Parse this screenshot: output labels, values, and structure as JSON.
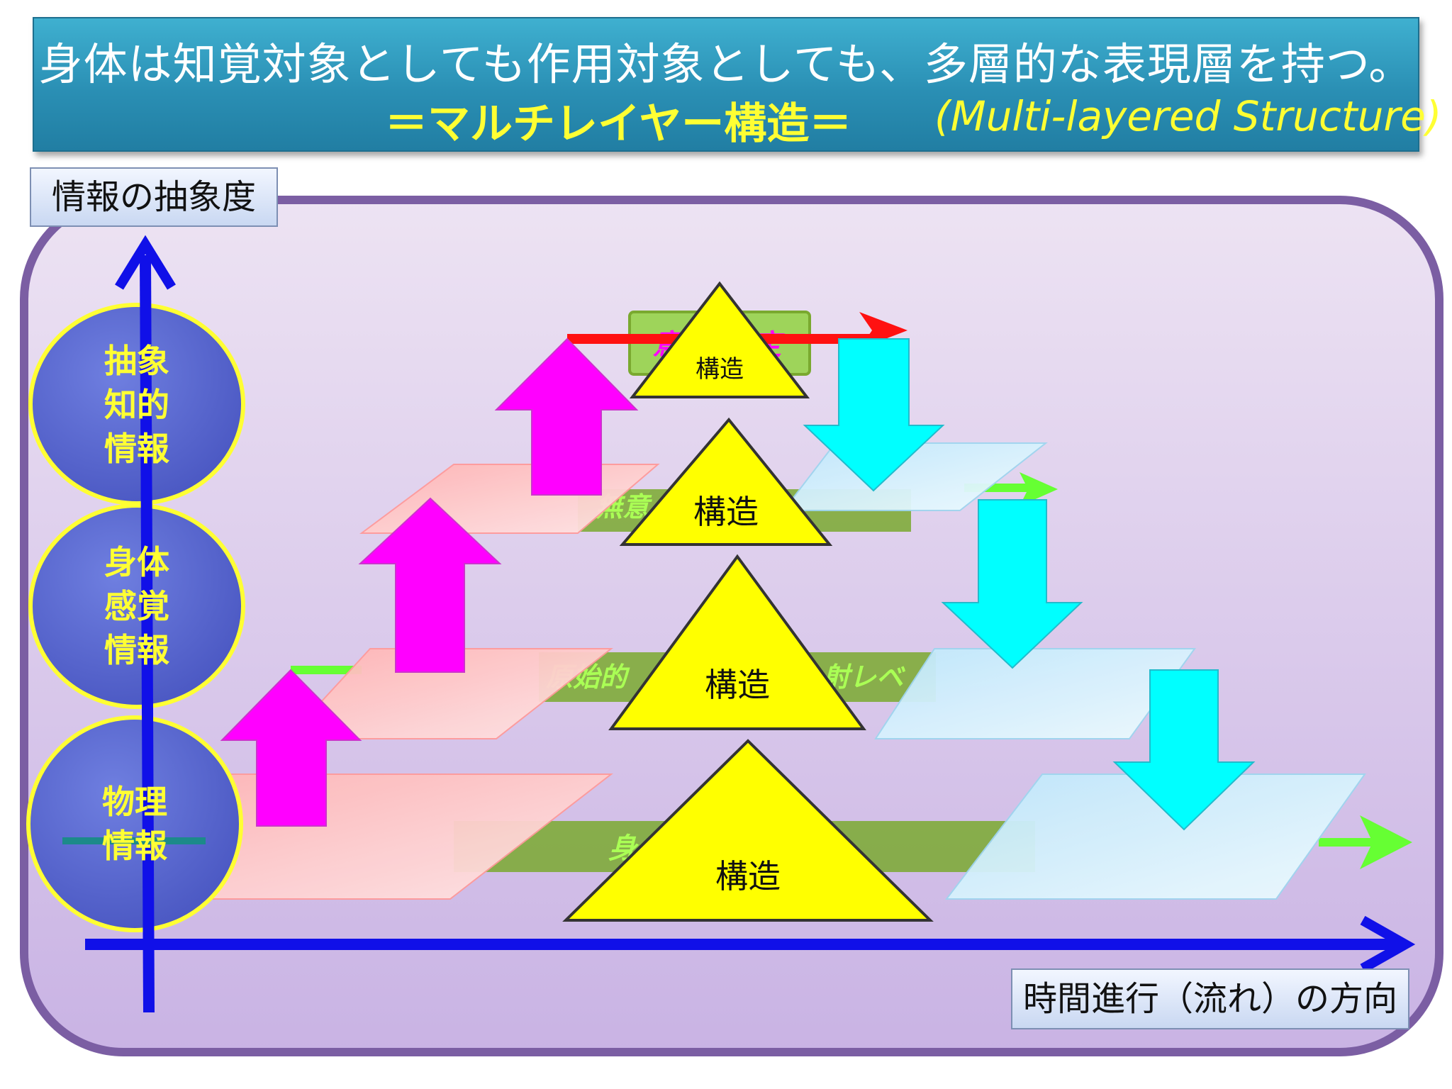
{
  "title": {
    "line1": "身体は知覚対象としても作用対象としても、多層的な表現層を持つ。",
    "line2": "＝マルチレイヤー構造＝",
    "english": "(Multi-layered Structure)"
  },
  "axes": {
    "y_label": "情報の抽象度",
    "x_label": "時間進行（流れ）の方向"
  },
  "levels": [
    {
      "lines": [
        "抽象",
        "知的",
        "情報"
      ]
    },
    {
      "lines": [
        "身体",
        "感覚",
        "情報"
      ]
    },
    {
      "lines": [
        "物理",
        "情報"
      ]
    }
  ],
  "pyramids": [
    "構造",
    "構造",
    "構造",
    "構造"
  ],
  "bands_visible_text": [
    "意",
    "定",
    "無意",
    "原始的",
    "射レベ",
    "身"
  ],
  "colors": {
    "background_panel": "#e2d3ef",
    "panel_border": "#7b5ea3",
    "axis": "#1010e8",
    "up_arrow": "#ff00ff",
    "down_arrow": "#00ffff",
    "left_plane": "#ffc6c6",
    "right_plane": "#d4f0fb",
    "pyramid": "#ffff00",
    "band": "#7aa92f",
    "flow_arrow_green": "#66ff33",
    "flow_arrow_red": "#ff1111",
    "level_circle": "#5968cf",
    "level_circle_ring": "#ffff33"
  }
}
